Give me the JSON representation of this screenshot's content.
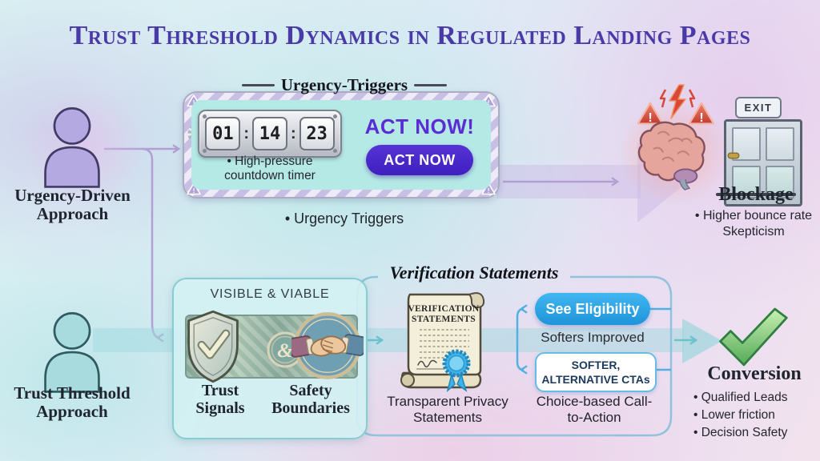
{
  "title": "Trust Threshold Dynamics in Regulated Landing Pages",
  "colors": {
    "title_purple": "#4a3aa8",
    "cta_purple": "#4a26c8",
    "cta_blue": "#2aa3e4",
    "success_green": "#5cb85c",
    "alert_red": "#cc4238",
    "teal_flow": "#86ccd2"
  },
  "warning_mark": "!",
  "top": {
    "persona": "Urgency-Driven Approach",
    "box_title": "Urgency-Triggers",
    "timer": {
      "h": "01",
      "m": "14",
      "s": "23",
      "sep": ":"
    },
    "timer_caption": "• High-pressure countdown timer",
    "cta_headline": "ACT NOW!",
    "cta_button": "ACT NOW",
    "caption": "• Urgency Triggers",
    "exit_sign": "EXIT",
    "outcome_title": "Blockage",
    "outcome_line1": "• Higher bounce rate",
    "outcome_line2": "Skepticism"
  },
  "bottom": {
    "persona": "Trust Threshold Approach",
    "box_title": "VISIBLE & VIABLE",
    "ampersand": "&",
    "item1": "Trust Signals",
    "item2": "Safety Boundaries",
    "section_title": "Verification Statements",
    "scroll_line1": "Verification",
    "scroll_line2": "Statements",
    "scroll_caption": "Transparent Privacy Statements",
    "cta_primary": "See Eligibility",
    "cta_note": "Softers Improved",
    "cta_alt_line1": "SOFTER,",
    "cta_alt_line2": "ALTERNATIVE CTAs",
    "cta_caption": "Choice-based Call-to-Action",
    "outcome_title": "Conversion",
    "outcome_bullets": [
      "• Qualified Leads",
      "• Lower friction",
      "• Decision Safety"
    ]
  }
}
